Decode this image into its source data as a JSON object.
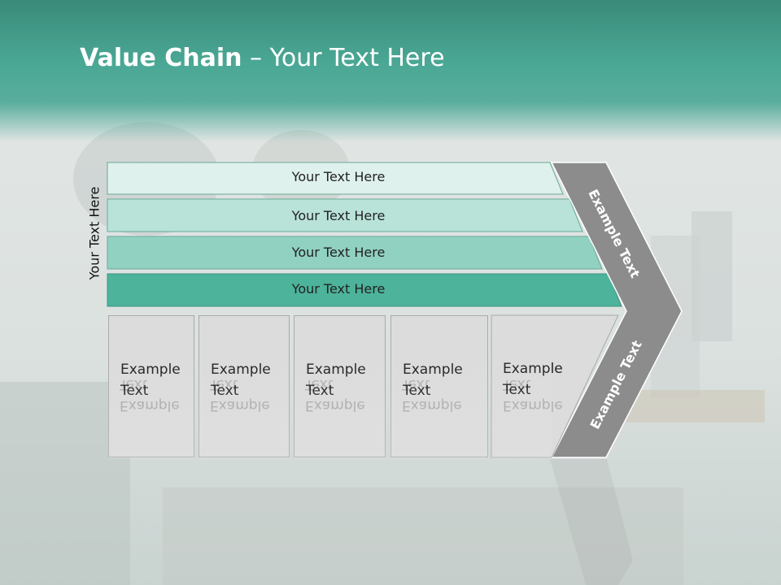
{
  "slide": {
    "title_bold": "Value Chain",
    "title_rest": " – Your Text Here",
    "side_label": "Your Text Here"
  },
  "bands": [
    {
      "label": "Your Text Here",
      "color": "#dff1ec"
    },
    {
      "label": "Your Text Here",
      "color": "#b9e3d8"
    },
    {
      "label": "Your Text Here",
      "color": "#91d1c2"
    },
    {
      "label": "Your Text Here",
      "color": "#4db39b"
    }
  ],
  "boxes": [
    {
      "line1": "Example",
      "line2": "Text"
    },
    {
      "line1": "Example",
      "line2": "Text"
    },
    {
      "line1": "Example",
      "line2": "Text"
    },
    {
      "line1": "Example",
      "line2": "Text"
    },
    {
      "line1": "Example",
      "line2": "Text"
    }
  ],
  "chevron": {
    "upper_label": "Example Text",
    "lower_label": "Example Text",
    "color": "#8c8c8c"
  }
}
